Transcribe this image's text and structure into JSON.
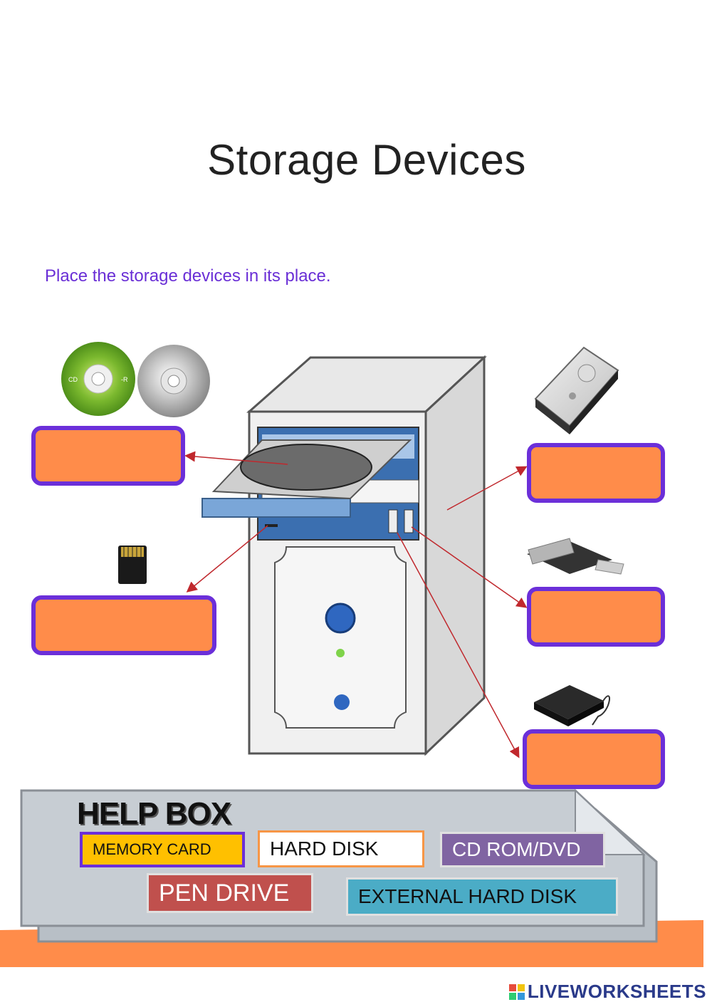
{
  "title": "Storage Devices",
  "instruction": "Place the storage devices in its place.",
  "help_box": {
    "title": "HELP BOX",
    "labels": {
      "memory_card": "MEMORY CARD",
      "hard_disk": "HARD DISK",
      "cd_rom_dvd": "CD ROM/DVD",
      "pen_drive": "PEN DRIVE",
      "external_hard_disk": "EXTERNAL HARD DISK"
    }
  },
  "brand": "LIVEWORKSHEETS",
  "colors": {
    "drop_fill": "#ff8c4a",
    "drop_border": "#6b2fd9",
    "instruction": "#6a2fd6",
    "memory_card_bg": "#ffc000",
    "hard_disk_bg": "#ffffff",
    "cd_rom_bg": "#8064a2",
    "pen_drive_bg": "#c0504d",
    "external_bg": "#4bacc6"
  }
}
